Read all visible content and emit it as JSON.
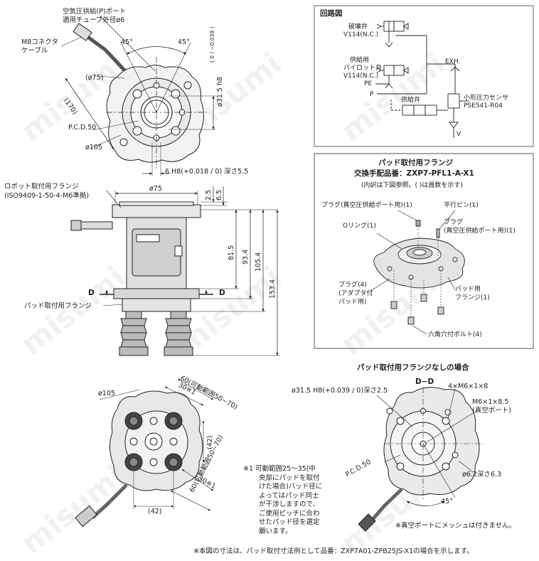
{
  "watermark": "misumi",
  "top_view": {
    "air_port_line1": "空気圧供給(P)ポート",
    "air_port_line2": "適用チューブ外径ø6",
    "connector_line1": "M8コネクタ",
    "connector_line2": "ケーブル",
    "angle_left": "45°",
    "angle_right": "45°",
    "dia_75": "(ø75)",
    "dim_170": "(170)",
    "pcd": "P.C.D.50",
    "dia_105": "ø105",
    "bore": "ø31.5 h8",
    "bore_tol": "( 0 / −0.039 )",
    "key": "6 H8(+0.018 / 0) 深さ5.5"
  },
  "circuit": {
    "title": "回路図",
    "break_valve_line1": "破壊弁",
    "break_valve_line2": "V114(N.C.)",
    "pilot_valve_line1": "供給用",
    "pilot_valve_line2": "パイロット弁",
    "pilot_valve_line3": "V114(N.C.)",
    "pe": "PE",
    "p": "P",
    "exh": "EXH.",
    "supply_valve": "供給弁",
    "sensor_line1": "小形圧力センサ",
    "sensor_line2": "PSE541-R04",
    "v": "V"
  },
  "side_view": {
    "robot_flange_line1": "ロボット取付用フランジ",
    "robot_flange_line2": "(ISO9409-1-50-4-M6準拠)",
    "dia_75": "ø75",
    "dim_2_5": "2.5",
    "dim_6_5": "6.5",
    "dim_81_5": "81.5",
    "dim_93_4": "93.4",
    "dim_105_4": "105.4",
    "dim_153_4": "153.4",
    "section_left": "D",
    "section_right": "D",
    "pad_flange": "パッド取付用フランジ"
  },
  "pad_flange_box": {
    "title": "パッド取付用フランジ",
    "part_label": "交換手配品番：ZXP7-PFL1-A-X1",
    "note": "(内訳は下図参照。(  )は員数を示す)",
    "plug_vac": "プラグ(真空圧供給ポート用)(1)",
    "parallel_pin_line1": "平行ピン(1)",
    "parallel_pin_line2": "プラグ",
    "parallel_pin_line3": "(真空圧供給ポート用)(1)",
    "oring": "Oリング(1)",
    "plug_adapter_line1": "プラグ(4)",
    "plug_adapter_line2": "(アダプタ付",
    "plug_adapter_line3": "パッド用)",
    "pad_flange_line1": "パッド用",
    "pad_flange_line2": "フランジ(1)",
    "hex_bolt": "六角穴付ボルト(4)"
  },
  "bottom_view": {
    "dia_105": "ø105",
    "range_top": "60(可動範囲50~70)",
    "range_bottom": "60(可動範囲50~70)",
    "dim_30_top": "30※1",
    "dim_30_bottom": "30※1",
    "dim_42_right": "(42)",
    "dim_42_bottom": "(42)"
  },
  "note1": {
    "lines": [
      "※1 可動範囲25～35(中",
      "央部にパッドを取付",
      "けた場合)パッド径に",
      "よってはパッド同士",
      "が干渉しますので、",
      "ご使用ピッチに合わ",
      "せたパッド径を選定",
      "願います。"
    ]
  },
  "section_view": {
    "title": "パッド取付用フランジなしの場合",
    "section": "D−D",
    "bore": "ø31.5 H8(+0.039 / 0)深さ2.5",
    "m6_1": "4×M6×1×8",
    "m6_2_line1": "M6×1×8.5",
    "m6_2_line2": "(真空ポート)",
    "pcd": "P.C.D.50",
    "hole": "ø6.2深さ6.3",
    "angle": "45°",
    "mesh_note": "※真空ポートにメッシュは付きません。"
  },
  "footer": "※本図の寸法は、パッド取付寸法例として品番：ZXP7A01-ZPB25JS-X1の場合を示します。"
}
